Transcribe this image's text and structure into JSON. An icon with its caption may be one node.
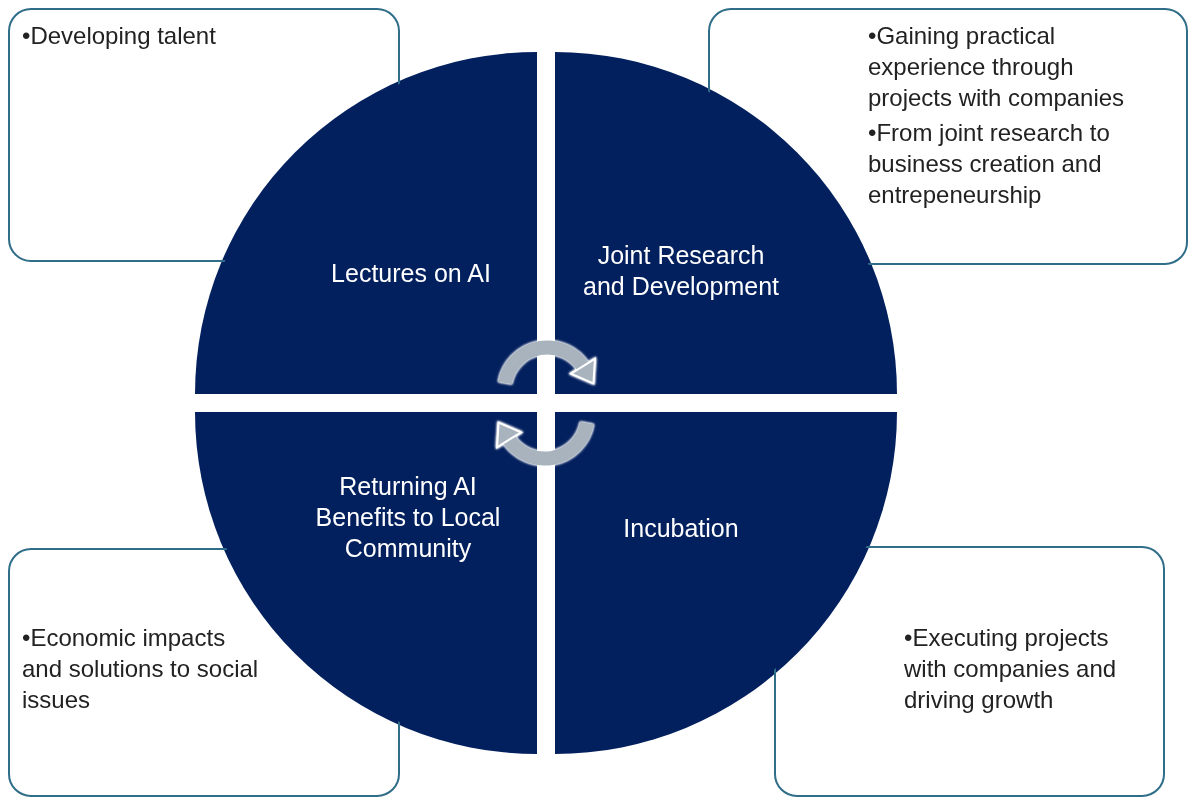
{
  "diagram": {
    "nodes": [
      {
        "text": [
          "•Developing talent"
        ]
      },
      {
        "text": [
          "•Gaining practical experience through projects with companies",
          "•From joint research to business creation and entrepeneurship"
        ]
      },
      {
        "text": [
          "Lectures on AI"
        ]
      },
      {
        "text": [
          "Joint Research and Development"
        ]
      },
      {
        "text": [
          "Returning AI Benefits to Local Community"
        ]
      },
      {
        "text": [
          "Incubation"
        ]
      },
      {
        "text": [
          "•Economic impacts and solutions to social issues"
        ]
      },
      {
        "text": [
          "•Executing projects with companies and driving growth"
        ]
      }
    ],
    "edges": [
      {
        "from": 2,
        "to": 3,
        "arrow": "to"
      },
      {
        "from": 5,
        "to": 4,
        "arrow": "to"
      }
    ]
  }
}
